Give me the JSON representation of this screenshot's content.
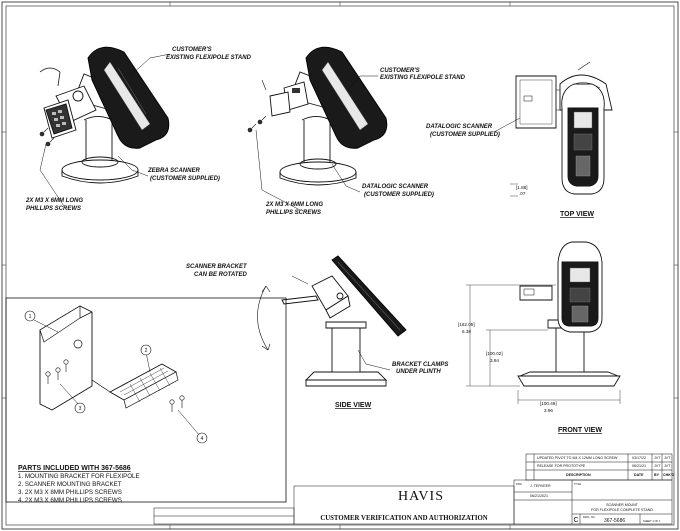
{
  "callouts": {
    "zebra_stand": [
      "CUSTOMER'S",
      "EXISTING FLEXIPOLE STAND"
    ],
    "zebra_scanner": [
      "ZEBRA SCANNER",
      "(CUSTOMER SUPPLIED)"
    ],
    "zebra_screws": [
      "2X M3 X 6MM LONG",
      "PHILLIPS SCREWS"
    ],
    "dl_stand": [
      "CUSTOMER'S",
      "EXISTING FLEXIPOLE STAND"
    ],
    "dl_scanner": [
      "DATALOGIC SCANNER",
      "(CUSTOMER SUPPLIED)"
    ],
    "dl_screws": [
      "2X M3 X 6MM LONG",
      "PHILLIPS SCREWS"
    ],
    "top_scanner": [
      "DATALOGIC SCANNER",
      "(CUSTOMER SUPPLIED)"
    ],
    "rotate": [
      "SCANNER BRACKET",
      "CAN BE ROTATED"
    ],
    "clamps": [
      "BRACKET CLAMPS",
      "UNDER PLINTH"
    ]
  },
  "views": {
    "top": "TOP VIEW",
    "side": "SIDE VIEW",
    "front": "FRONT VIEW"
  },
  "dimensions": {
    "top_depth": [
      "[1.88]",
      ".07"
    ],
    "height_overall": [
      "[162.05]",
      "6.38"
    ],
    "height_mid": [
      "[100.02]",
      "3.94"
    ],
    "base_width": [
      "[100.49]",
      "3.96"
    ]
  },
  "balloons": [
    "1",
    "2",
    "3",
    "4"
  ],
  "parts": {
    "title": "PARTS INCLUDED WITH 367-5686",
    "items": [
      "1. MOUNTING BRACKET FOR FLEXIPOLE",
      "2. SCANNER MOUNTING BRACKET",
      "3. 2X M3 X 8MM PHILLIPS SCREWS",
      "4. 2X M3 X 6MM PHILLIPS SCREWS"
    ]
  },
  "revisions": [
    {
      "desc": "UPDATED PIVOT TO M4 X 12MM LONG SCREW",
      "date": "03/17/22",
      "by": "JVT",
      "chk": "JVT"
    },
    {
      "desc": "RELEASE FOR PROTOTYPE",
      "date": "06/21/21",
      "by": "JVT",
      "chk": "JVT"
    }
  ],
  "rev_headers": {
    "desc": "DESCRIPTION",
    "date": "DATE",
    "by": "BY",
    "chk": "CHK'D"
  },
  "title_block": {
    "drawn_label": "DRN",
    "drawn_by": "J. TERVEER",
    "drawn_date": "06/21/2021",
    "company": "HAVIS",
    "title_label": "TITLE",
    "title_lines": [
      "SCANNER MOUNT",
      "FOR FLEXIPOLE COMPLETE STAND"
    ],
    "size": "C",
    "dwg_label": "DWG. NO.",
    "dwg_no": "367-5686",
    "sheet": "SHEET 1 OF 1"
  },
  "verification": "CUSTOMER VERIFICATION AND AUTHORIZATION"
}
